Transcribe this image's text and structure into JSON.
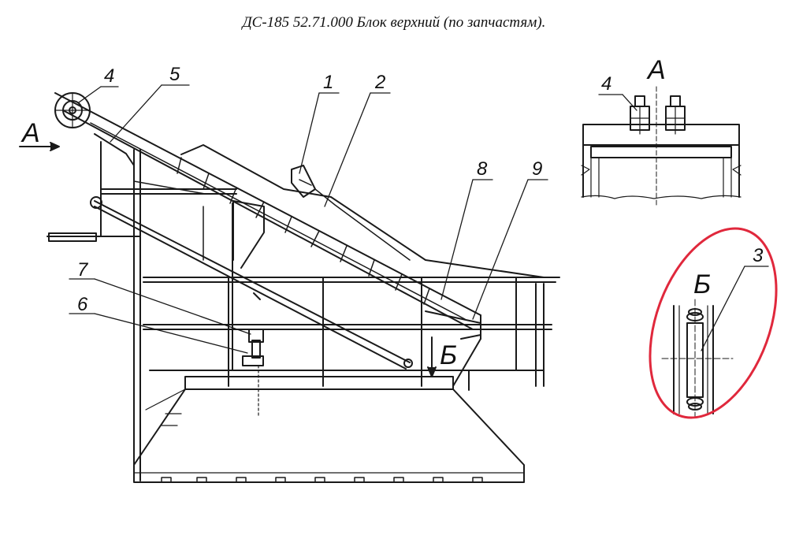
{
  "title": "ДС-185 52.71.000  Блок верхний  (по запчастям).",
  "callouts": [
    "1",
    "2",
    "3",
    "4",
    "5",
    "6",
    "7",
    "8",
    "9"
  ],
  "view_a": "А",
  "view_b": "Б",
  "highlight_color": "#e0283c"
}
